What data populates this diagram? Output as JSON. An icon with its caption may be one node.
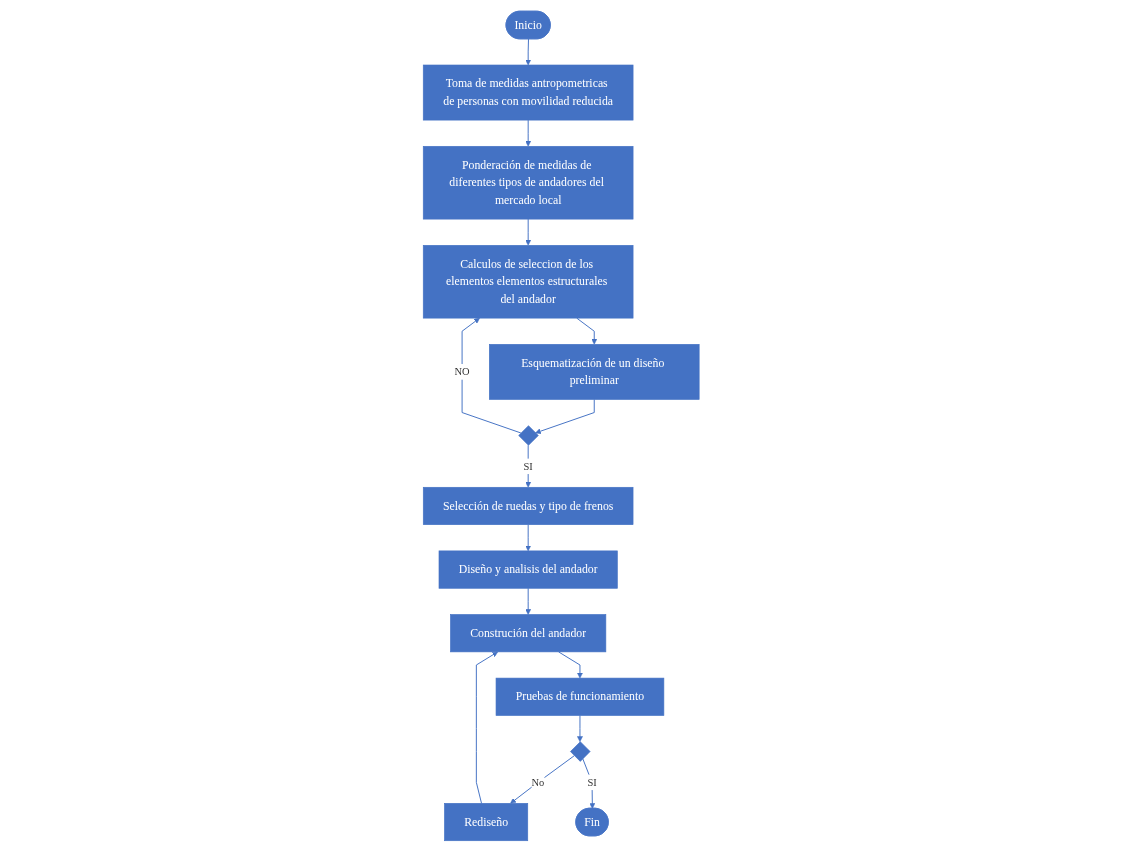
{
  "diagram": {
    "nodes": [
      {
        "text": [
          "Inicio"
        ]
      },
      {
        "text": [
          "Toma de medidas antropometricas de personas con movilidad reducida"
        ]
      },
      {
        "text": [
          "Ponderación de medidas de diferentes tipos de andadores del mercado local"
        ]
      },
      {
        "text": [
          "Calculos de seleccion de los elementos elementos estructurales del andador"
        ]
      },
      {
        "text": [
          "Esquematización de un diseño preliminar"
        ]
      },
      {
        "text": [],
        "shape": "diamond"
      },
      {
        "text": [
          "Selección de ruedas y tipo de frenos"
        ]
      },
      {
        "text": [
          "Diseño y analisis del andador"
        ]
      },
      {
        "text": [
          "Construción del andador"
        ]
      },
      {
        "text": [
          "Pruebas de funcionamiento"
        ]
      },
      {
        "text": [],
        "shape": "diamond"
      },
      {
        "text": [
          "Rediseño"
        ]
      },
      {
        "text": [
          "Fin"
        ]
      }
    ],
    "edges": [
      {
        "from": 0,
        "to": 1,
        "arrow": "to"
      },
      {
        "from": 1,
        "to": 2,
        "arrow": "to"
      },
      {
        "from": 2,
        "to": 3,
        "arrow": "to"
      },
      {
        "from": 3,
        "to": 4,
        "arrow": "to"
      },
      {
        "from": 4,
        "to": 5,
        "arrow": "to"
      },
      {
        "from": 5,
        "to": 3,
        "label": "NO",
        "arrow": "to"
      },
      {
        "from": 5,
        "to": 6,
        "label": "SI",
        "arrow": "to"
      },
      {
        "from": 6,
        "to": 7,
        "arrow": "to"
      },
      {
        "from": 7,
        "to": 8,
        "arrow": "to"
      },
      {
        "from": 8,
        "to": 9,
        "arrow": "to"
      },
      {
        "from": 9,
        "to": 10,
        "arrow": "to"
      },
      {
        "from": 10,
        "to": 11,
        "label": "No",
        "arrow": "to"
      },
      {
        "from": 11,
        "to": 8,
        "arrow": "to"
      },
      {
        "from": 10,
        "to": 12,
        "label": "SI",
        "arrow": "to"
      }
    ]
  }
}
